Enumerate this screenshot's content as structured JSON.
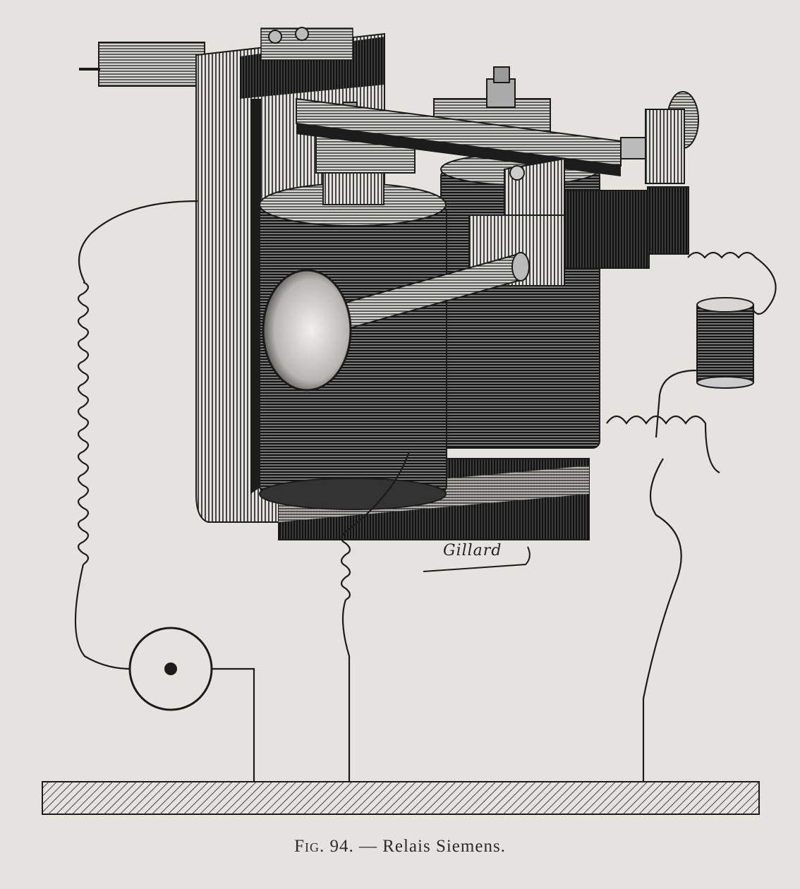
{
  "caption": {
    "figure_label": "Fig. 94.",
    "separator": "—",
    "title": "Relais Siemens."
  },
  "signature": "Gillard",
  "colors": {
    "paper": "#e5e3dd",
    "ink": "#1c1c1c"
  }
}
